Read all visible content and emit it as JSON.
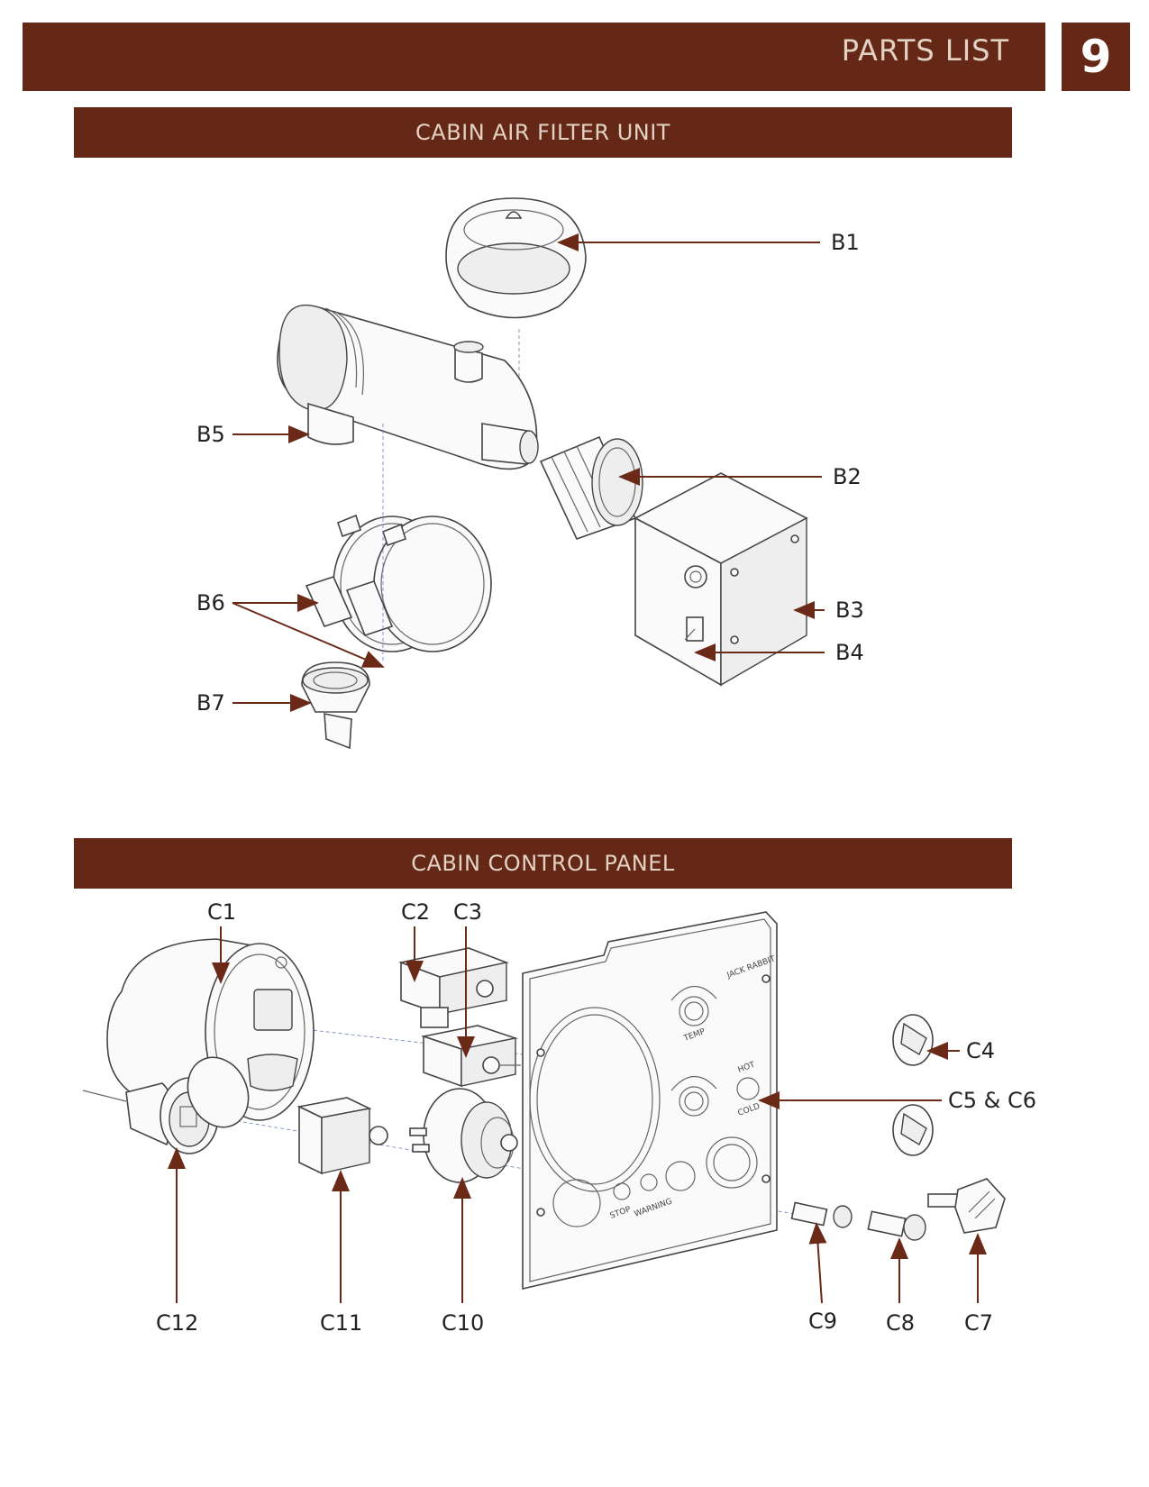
{
  "header": {
    "title": "PARTS LIST",
    "page_number": "9"
  },
  "sections": [
    {
      "title": "CABIN AIR FILTER UNIT",
      "callouts": [
        "B1",
        "B2",
        "B3",
        "B4",
        "B5",
        "B6",
        "B7"
      ]
    },
    {
      "title": "CABIN CONTROL PANEL",
      "callouts": [
        "C1",
        "C2",
        "C3",
        "C4",
        "C5 & C6",
        "C7",
        "C8",
        "C9",
        "C10",
        "C11",
        "C12"
      ]
    }
  ],
  "panel_labels": {
    "brand": "JACK RABBIT",
    "temp": "TEMP",
    "hot": "HOT",
    "cold": "COLD",
    "stop": "STOP",
    "warning": "WARNING"
  },
  "colors": {
    "accent": "#662816",
    "header_text": "#e2d2c4",
    "arrow": "#6b2a17"
  }
}
